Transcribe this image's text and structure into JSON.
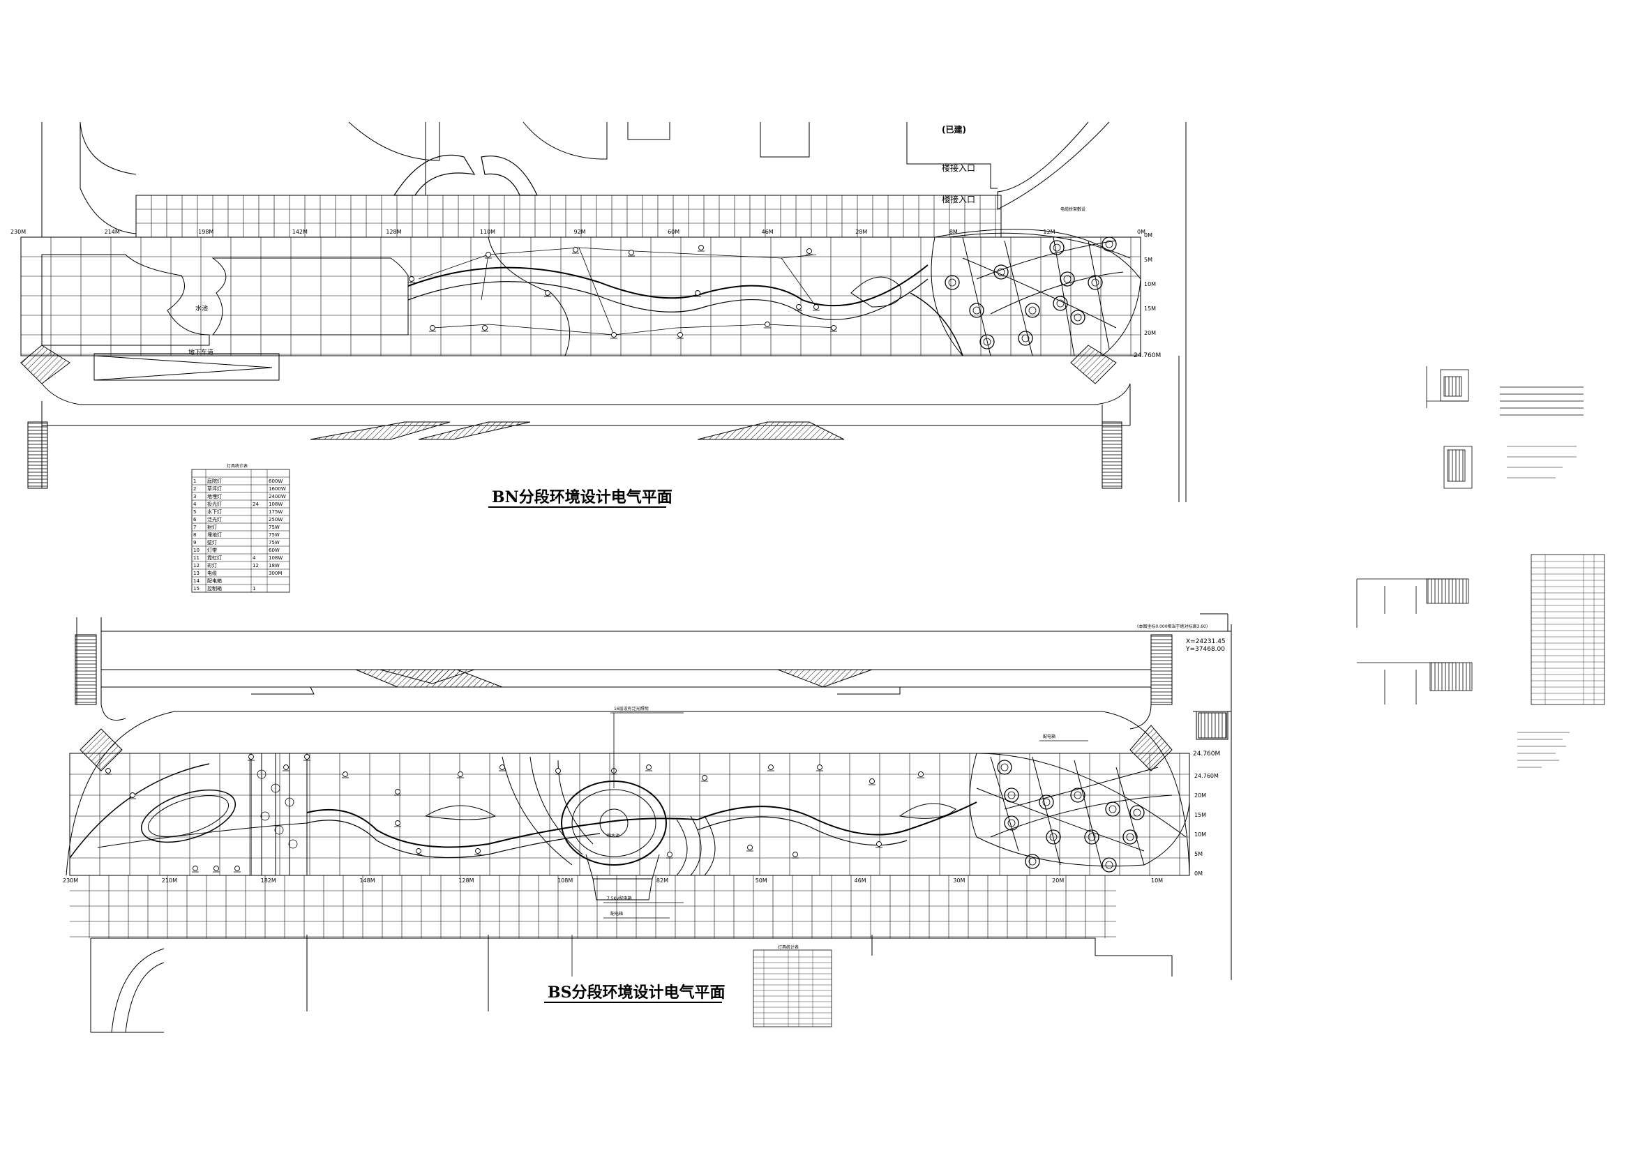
{
  "colors": {
    "line": "#000000",
    "paper": "#ffffff"
  },
  "bn": {
    "title": "BN分段环境设计电气平面",
    "built": "(已建)",
    "entrance_1": "楼接入口",
    "entrance_2": "楼接入口",
    "pool_label": "水池",
    "underground_label": "地下车道",
    "cable_note": "电缆桥架敷设",
    "edge_elev": "24.760M",
    "ruler_top": [
      "230M",
      "214M",
      "198M",
      "142M",
      "128M",
      "110M",
      "92M",
      "60M",
      "46M",
      "28M",
      "8M",
      "12M",
      "0M"
    ],
    "ruler_right": [
      "0M",
      "5M",
      "10M",
      "15M",
      "20M"
    ]
  },
  "bs": {
    "title": "BS分段环境设计电气平面",
    "coord_note": "(本图坐标0.000相当于绝对标高3.60)",
    "coord_x": "X=24231.45",
    "coord_y": "Y=37468.00",
    "edge_elev": "24.760M",
    "callout_top": "16层设有泛光照明",
    "callout_right": "配电箱",
    "callout_bottom": "7.5KV配电箱",
    "callout_bottom_2": "配电箱",
    "fountain_label": "喷水池",
    "ruler_bottom": [
      "230M",
      "210M",
      "182M",
      "148M",
      "128M",
      "108M",
      "82M",
      "50M",
      "46M",
      "30M",
      "20M",
      "10M"
    ],
    "ruler_right": [
      "24.760M",
      "20M",
      "15M",
      "10M",
      "5M",
      "0M"
    ]
  },
  "legend_bn": {
    "title": "灯具统计表",
    "rows": [
      [
        "1",
        "庭院灯",
        "",
        "600W"
      ],
      [
        "2",
        "草坪灯",
        "",
        "1600W"
      ],
      [
        "3",
        "地埋灯",
        "",
        "2400W"
      ],
      [
        "4",
        "投光灯",
        "24",
        "108W"
      ],
      [
        "5",
        "水下灯",
        "",
        "175W"
      ],
      [
        "6",
        "泛光灯",
        "",
        "250W"
      ],
      [
        "7",
        "射灯",
        "",
        "75W"
      ],
      [
        "8",
        "埋地灯",
        "",
        "75W"
      ],
      [
        "9",
        "壁灯",
        "",
        "75W"
      ],
      [
        "10",
        "灯带",
        "",
        "60W"
      ],
      [
        "11",
        "霓虹灯",
        "4",
        "108W"
      ],
      [
        "12",
        "彩灯",
        "12",
        "18W"
      ],
      [
        "13",
        "电缆",
        "",
        "300M"
      ],
      [
        "14",
        "配电箱",
        "",
        ""
      ],
      [
        "15",
        "控制箱",
        "1",
        ""
      ]
    ]
  },
  "legend_bs": {
    "title": "灯具统计表"
  }
}
